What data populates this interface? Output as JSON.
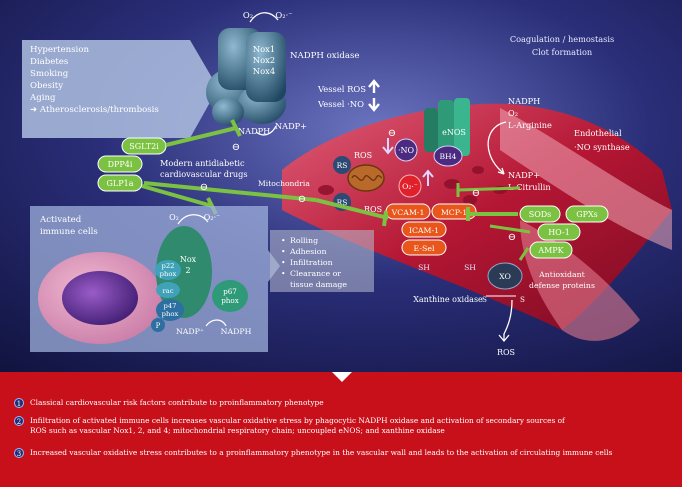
{
  "risk_factors": [
    "Hypertension",
    "Diabetes",
    "Smoking",
    "Obesity",
    "Aging",
    "➜ Atherosclerosis/thrombosis"
  ],
  "nadph_oxidase": {
    "subunits": [
      "Nox1",
      "Nox2",
      "Nox4"
    ],
    "label": "NADPH oxidase",
    "o2": "O₂",
    "o2_radical": "O₂·⁻",
    "nadph": "NADPH",
    "nadp_plus": "NADP+"
  },
  "vessel_changes": [
    "Vessel ROS",
    "Vessel ·NO"
  ],
  "coagulation": [
    "Coagulation / hemostasis",
    "Clot formation"
  ],
  "drugs": {
    "names": [
      "SGLT2i",
      "DPP4i",
      "GLP1a"
    ],
    "label": [
      "Modern antidiabetic",
      "cardiovascular drugs"
    ]
  },
  "mitochondria": {
    "label": "Mitochondria",
    "rs": "RS",
    "ros": "ROS"
  },
  "no_radical": "·NO",
  "enos": {
    "label": "eNOS",
    "bh4": "BH4",
    "inputs": [
      "NADPH",
      "O₂",
      "L-Arginine"
    ],
    "outputs": [
      "NADP+",
      "L-Citrullin"
    ],
    "title": [
      "Endothelial",
      "·NO synthase"
    ]
  },
  "superoxide": "O₂·⁻",
  "adhesion": [
    "VCAM-1",
    "MCP-1",
    "ICAM-1",
    "E-Sel"
  ],
  "antioxidants": {
    "proteins": [
      "SODs",
      "GPXs",
      "HO-1",
      "AMPK"
    ],
    "label": [
      "Antioxidant",
      "defense proteins"
    ]
  },
  "sh_labels": [
    "SH",
    "SH"
  ],
  "xanthine": {
    "xo": "XO",
    "label": "Xanthine oxidase",
    "s": "S",
    "ros": "ROS"
  },
  "immune": {
    "label": [
      "Activated",
      "immune cells"
    ],
    "phox": [
      "p22",
      "phox",
      "rac",
      "p47",
      "phox",
      "p67",
      "phox"
    ],
    "nox2": [
      "Nox",
      "2"
    ],
    "p": "P",
    "o2": "O₂",
    "o2_radical": "O₂·⁻",
    "nadp_plus": "NADP⁺",
    "nadph": "NADPH"
  },
  "outcomes": [
    "Rolling",
    "Adhesion",
    "Infiltration",
    "Clearance or",
    "tissue damage"
  ],
  "inhibit_symbol": "⊖",
  "legend": [
    {
      "num": "1",
      "text": "Classical cardiovascular risk factors contribute to proinflammatory phenotype"
    },
    {
      "num": "2",
      "text": "Infiltration of activated immune cells increases vascular oxidative stress by phagocytic NADPH oxidase and activation of secondary sources of ROS such as vascular Nox1, 2, and 4; mitochondrial respiratory chain; uncoupled eNOS; and xanthine oxidase"
    },
    {
      "num": "3",
      "text": "Increased vascular oxidative stress contributes to a proinflammatory phenotype in the vascular wall and leads to the activation of circulating immune cells"
    }
  ],
  "colors": {
    "bg_dark": "#15174a",
    "bg_mid": "#3a3f8f",
    "legend_red": "#c8101b",
    "vessel": "#c01a3a",
    "green_pill": "#7cc242",
    "orange_pill": "#e8561b",
    "nox_blue": "#2f5d7c",
    "enos_green": "#2e9a78"
  }
}
